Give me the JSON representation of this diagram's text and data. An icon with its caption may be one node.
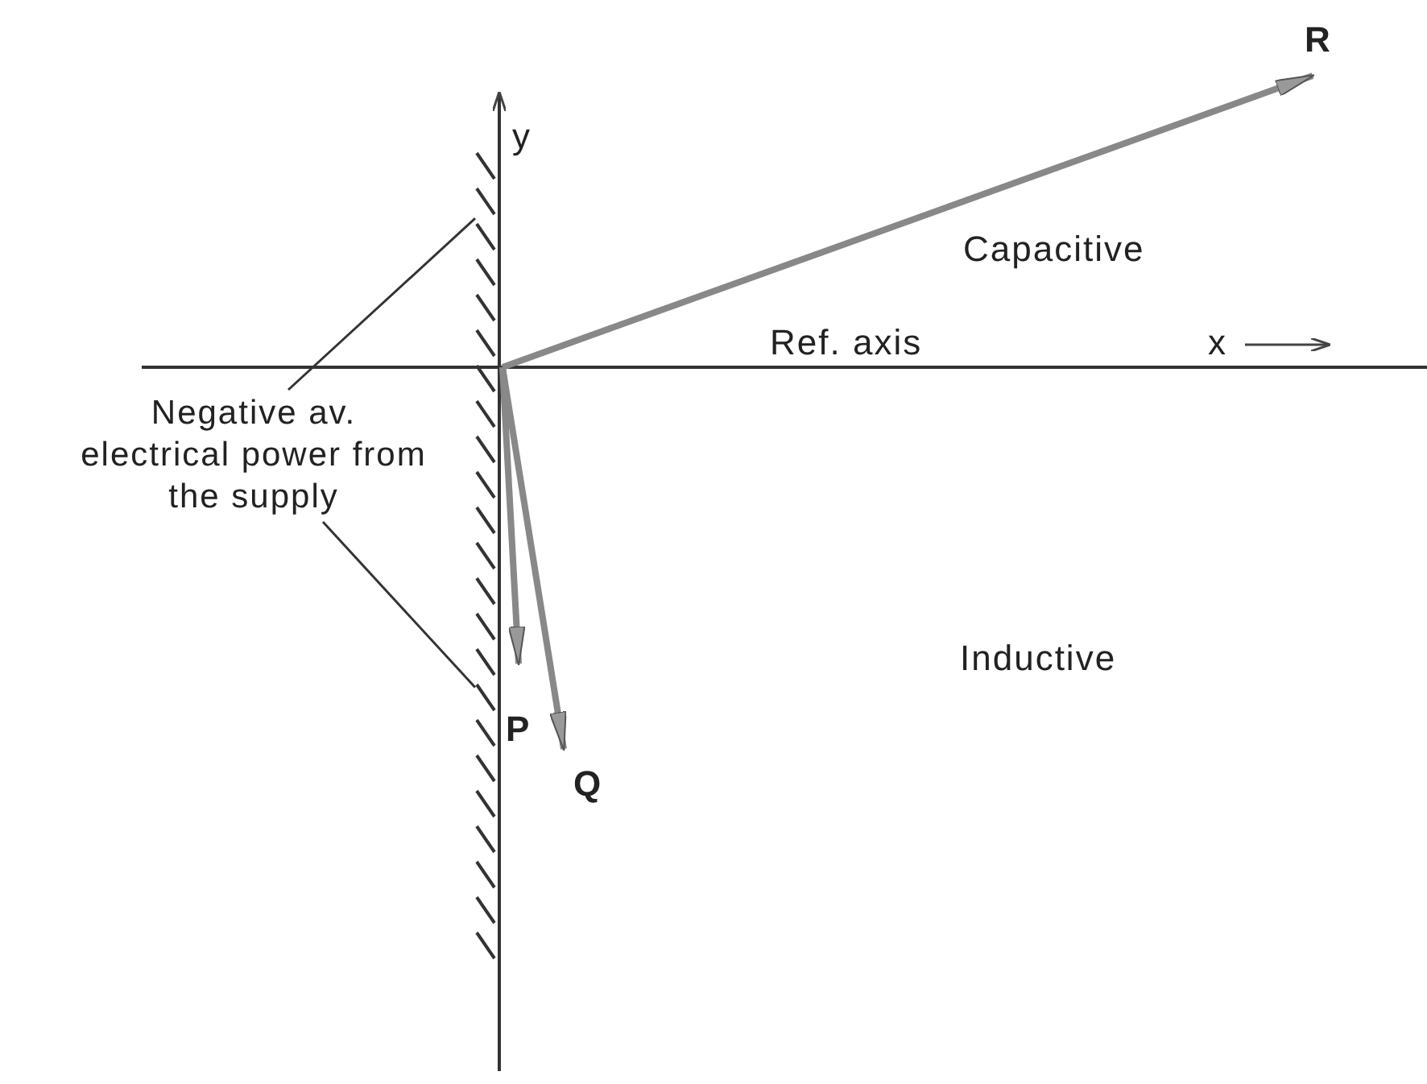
{
  "diagram": {
    "nodes": [
      {
        "text": [
          "Negative av. electrical power from the supply"
        ]
      },
      {
        "text": [],
        "shape": "bar"
      }
    ],
    "edges": [
      {
        "from": 0,
        "to": 1,
        "arrow": "none"
      },
      {
        "from": 0,
        "to": 1,
        "arrow": "none"
      }
    ],
    "labels": [
      "y",
      "R",
      "Capacitive",
      "Ref. axis",
      "x",
      "Inductive",
      "P",
      "Q"
    ]
  }
}
